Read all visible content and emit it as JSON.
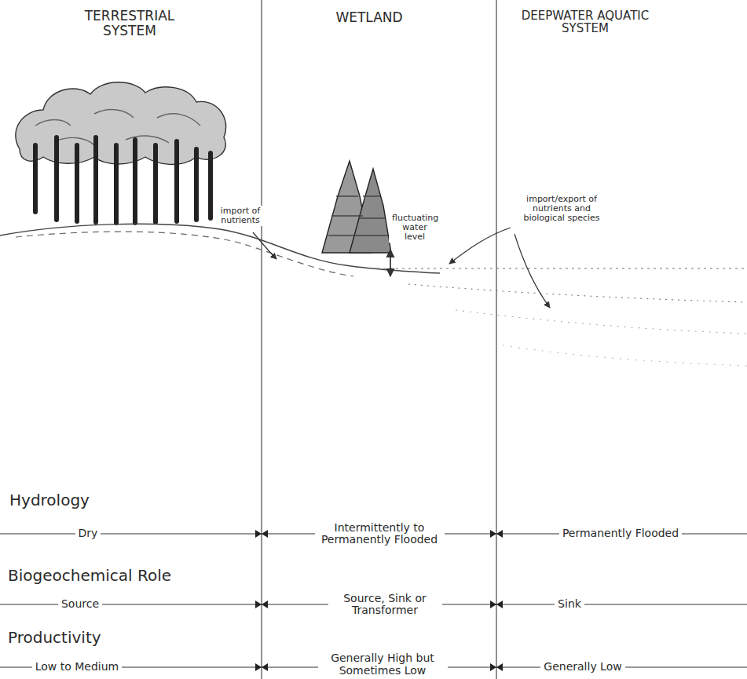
{
  "diagram": {
    "labels": [
      "TERRESTRIAL SYSTEM",
      "WETLAND",
      "DEEPWATER AQUATIC SYSTEM",
      "import of nutrients",
      "fluctuating water level",
      "import/export of nutrients and biological species",
      "Hydrology",
      "Dry",
      "Intermittently to Permanently Flooded",
      "Permanently Flooded",
      "Biogeochemical Role",
      "Source",
      "Source, Sink or Transformer",
      "Sink",
      "Productivity",
      "Low to Medium",
      "Generally High but Sometimes Low",
      "Generally Low"
    ]
  }
}
